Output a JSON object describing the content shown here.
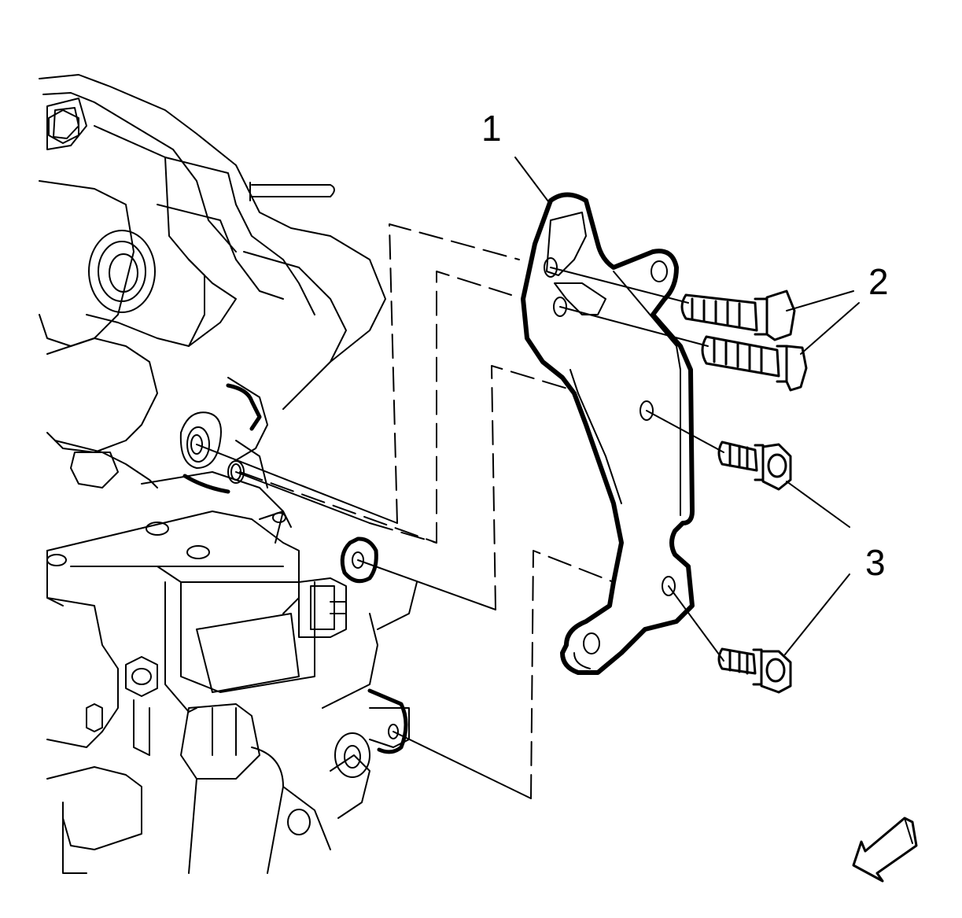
{
  "figure": {
    "callouts": [
      {
        "number": "1"
      },
      {
        "number": "2"
      },
      {
        "number": "3"
      }
    ],
    "line_color": "#000000",
    "background": "#ffffff",
    "orientation_arrow": "arrow-down-left-icon"
  }
}
